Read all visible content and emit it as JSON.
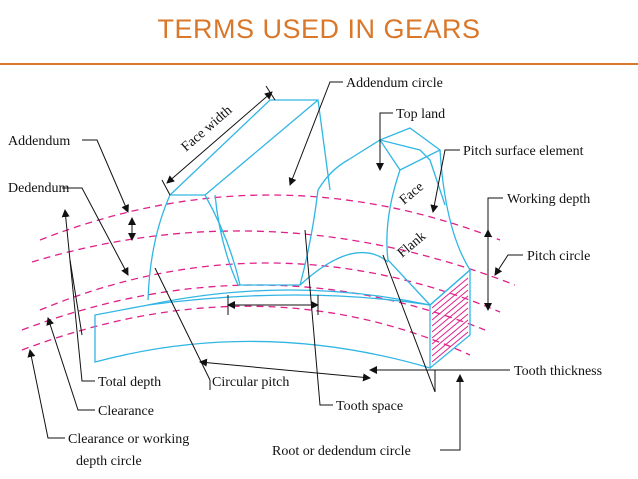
{
  "title": "TERMS USED IN GEARS",
  "colors": {
    "title": "#d9772a",
    "gear_outline": "#31b6e4",
    "circles": "#e0218a"
  },
  "labels": {
    "addendum_circle": "Addendum circle",
    "top_land": "Top land",
    "pitch_surface_element": "Pitch surface element",
    "face_width": "Face width",
    "addendum": "Addendum",
    "dedendum": "Dedendum",
    "face": "Face",
    "flank": "Flank",
    "working_depth": "Working depth",
    "pitch_circle": "Pitch circle",
    "tooth_thickness": "Tooth thickness",
    "total_depth": "Total depth",
    "circular_pitch": "Circular pitch",
    "clearance": "Clearance",
    "tooth_space": "Tooth space",
    "clearance_or_working_depth_circle_line1": "Clearance or working",
    "clearance_or_working_depth_circle_line2": "depth circle",
    "root_or_dedendum_circle": "Root or dedendum circle"
  }
}
